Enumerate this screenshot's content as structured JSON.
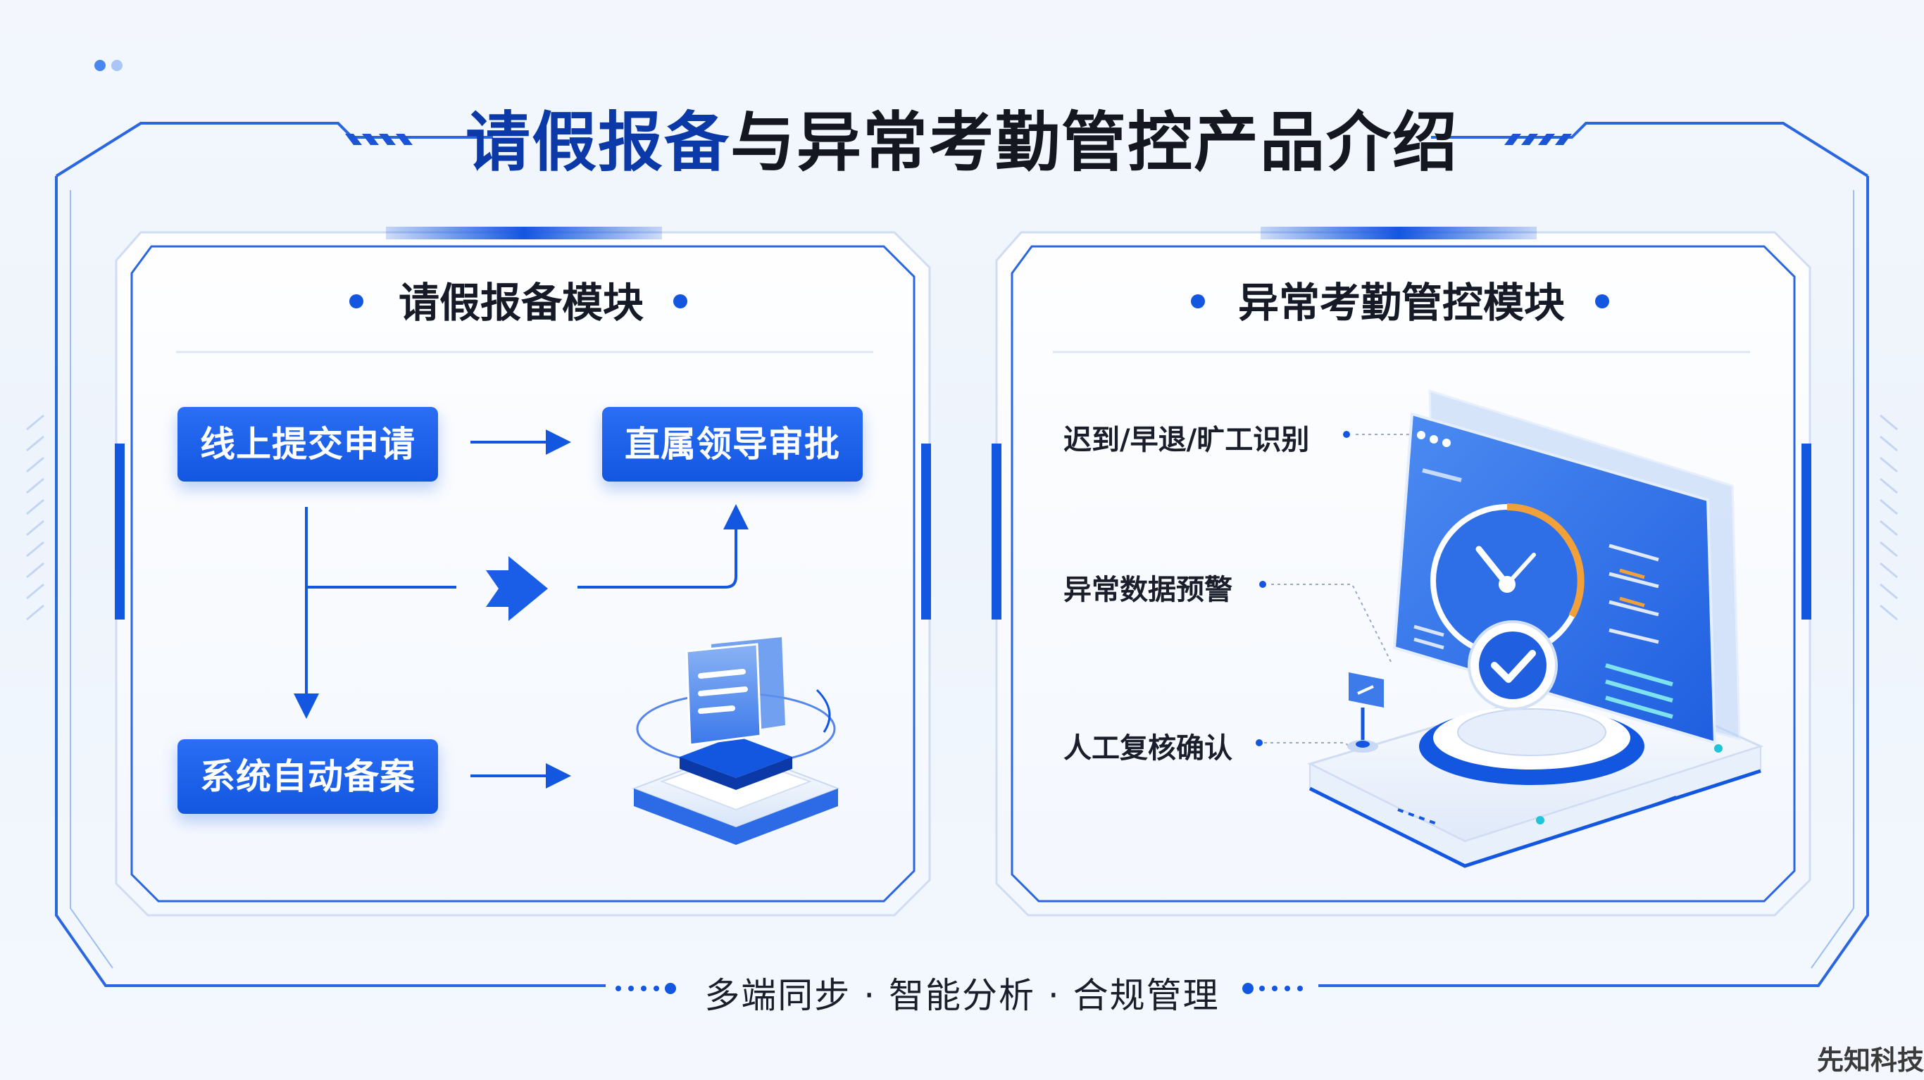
{
  "title": {
    "highlight": "请假报备",
    "rest": "与异常考勤管控产品介绍"
  },
  "left_panel": {
    "title": "请假报备模块",
    "steps": {
      "submit": "线上提交申请",
      "approve": "直属领导审批",
      "record": "系统自动备案"
    }
  },
  "right_panel": {
    "title": "异常考勤管控模块",
    "features": [
      "迟到/早退/旷工识别",
      "异常数据预警",
      "人工复核确认"
    ]
  },
  "footer": "多端同步 · 智能分析 · 合规管理",
  "watermark": "先知科技",
  "colors": {
    "primary": "#1356e0",
    "dark_blue": "#0b3aa8",
    "accent_orange": "#f2a13a",
    "frame": "#2a66e0"
  }
}
